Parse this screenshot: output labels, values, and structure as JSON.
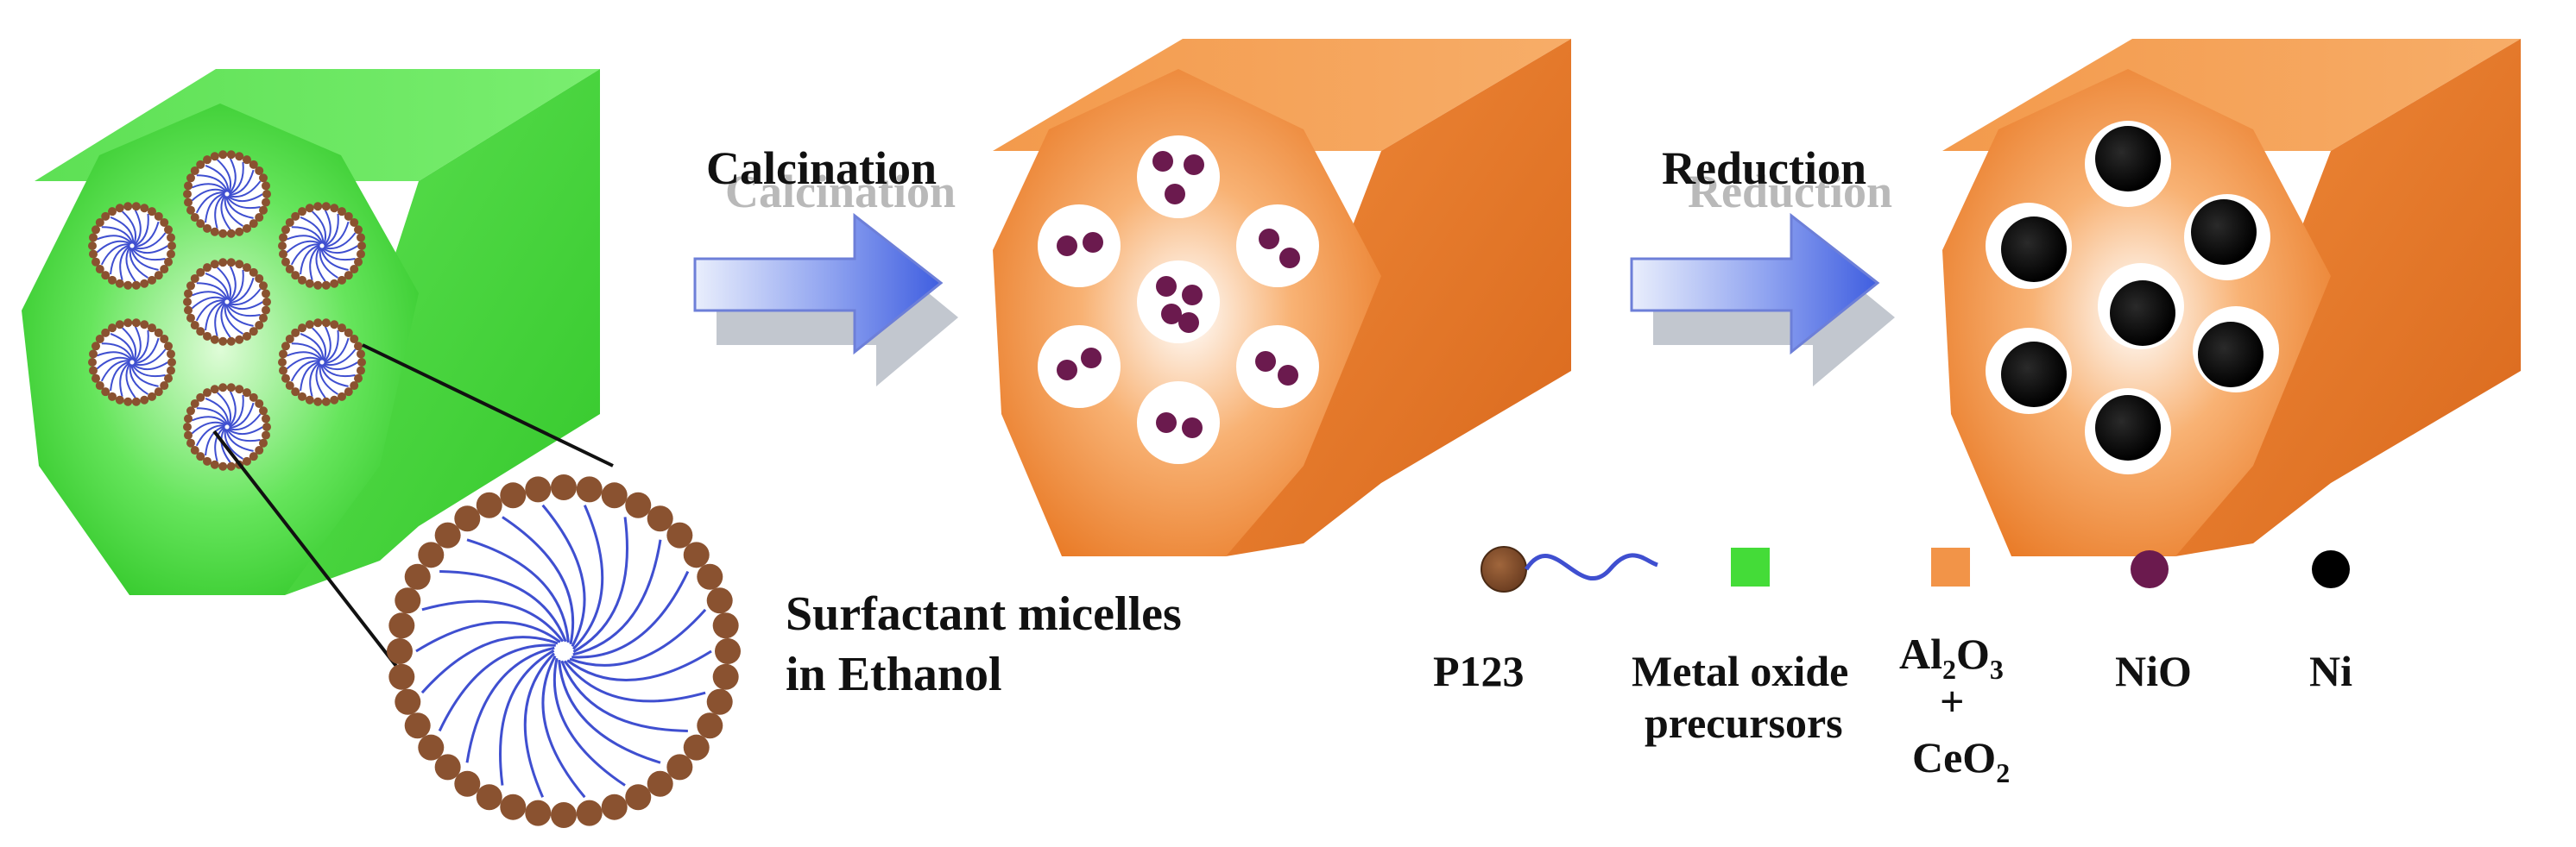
{
  "steps": {
    "calcination": "Calcination",
    "reduction": "Reduction"
  },
  "micelle_label": {
    "line1": "Surfactant micelles",
    "line2": "in Ethanol"
  },
  "legend": {
    "p123": "P123",
    "precursor_line1": "Metal oxide",
    "precursor_line2": "precursors",
    "support_al": "Al",
    "support_al_sub1": "2",
    "support_o": "O",
    "support_al_sub2": "3",
    "support_plus": "+",
    "support_ce": "CeO",
    "support_ce_sub": "2",
    "nio": "NiO",
    "ni": "Ni"
  },
  "colors": {
    "green_front": "#3fd435",
    "green_side": "#46d63a",
    "green_top": "#62e65a",
    "orange_front": "#f08a3a",
    "orange_side": "#e67828",
    "orange_top": "#f6a257",
    "arrow_blue": "#6e86e8",
    "shell_brown": "#8a5230",
    "tail_blue": "#3f4fd0",
    "nio_purple": "#6b1a4e",
    "ni_black": "#000000"
  }
}
